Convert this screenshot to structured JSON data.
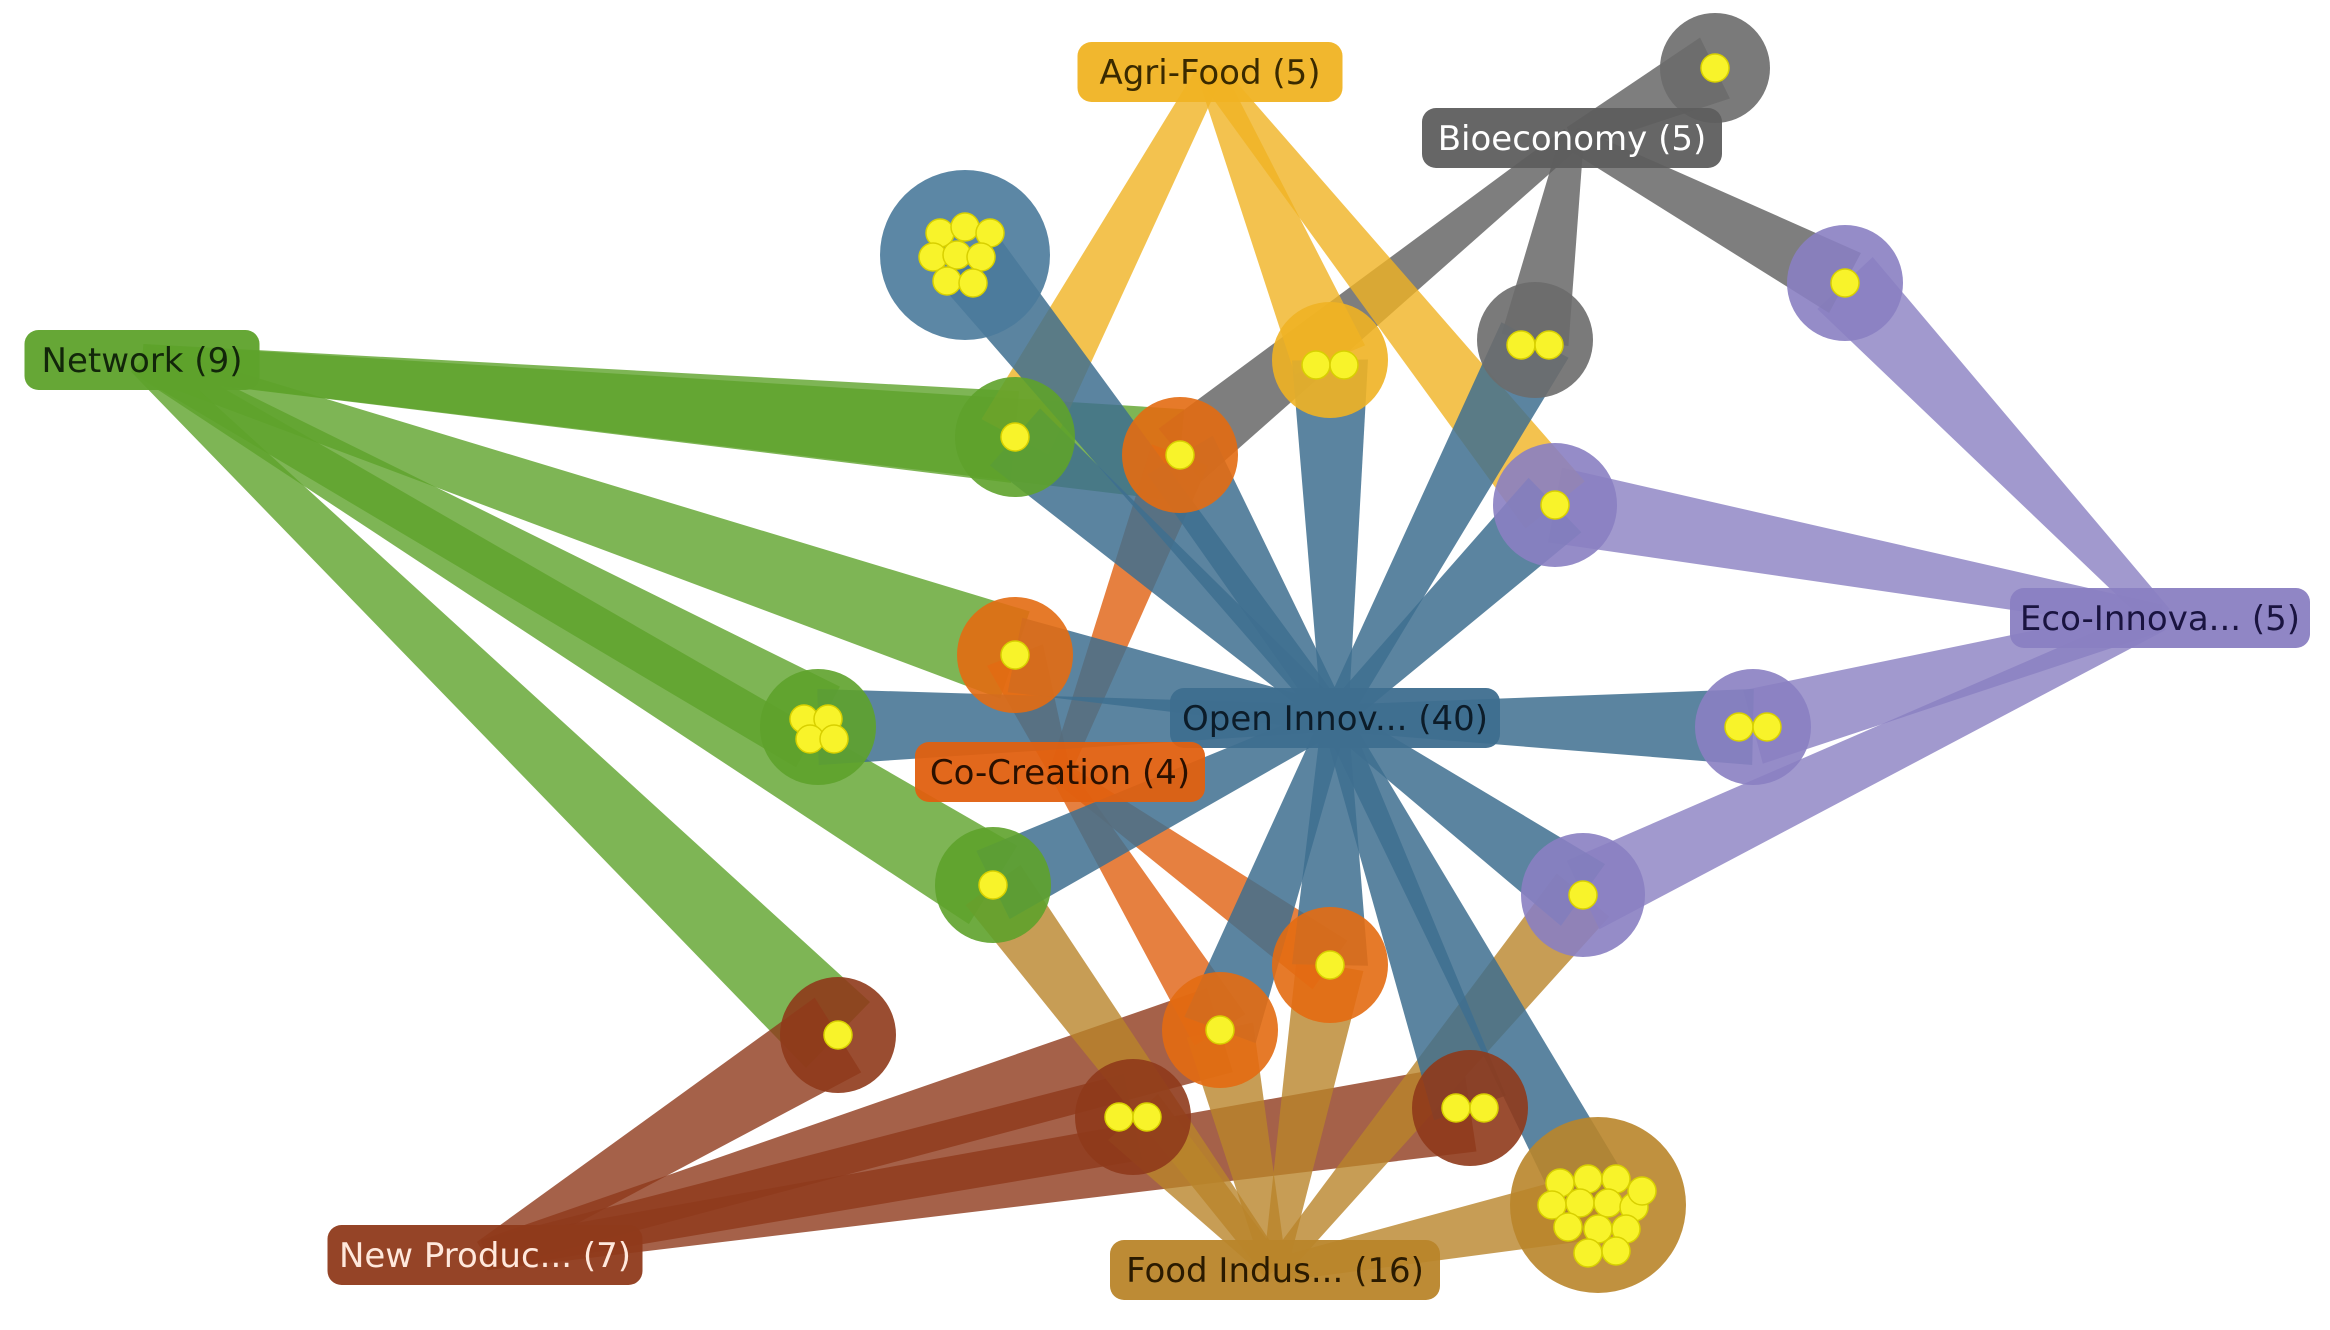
{
  "colors": {
    "open_innovation": "#4a7a9b",
    "agri_food": "#f0b323",
    "bioeconomy": "#6b6b6b",
    "network": "#5ea22b",
    "eco_innovation": "#8a7fc2",
    "co_creation": "#e36b12",
    "food_industry": "#b9852a",
    "new_products": "#8f3a1b",
    "item": "#f8f32a"
  },
  "sets": [
    {
      "id": "agri_food",
      "label": "Agri-Food (5)",
      "color": "#f0b323",
      "text_color": "#3a2a00"
    },
    {
      "id": "bioeconomy",
      "label": "Bioeconomy (5)",
      "color": "#5e5e5e",
      "text_color": "#ffffff"
    },
    {
      "id": "network",
      "label": "Network (9)",
      "color": "#5ea22b",
      "text_color": "#12260a"
    },
    {
      "id": "eco_innovation",
      "label": "Eco-Innova... (5)",
      "color": "#8a7fc2",
      "text_color": "#1a1440"
    },
    {
      "id": "open_innovation",
      "label": "Open Innov... (40)",
      "color": "#3e6e8f",
      "text_color": "#0c1c29"
    },
    {
      "id": "co_creation",
      "label": "Co-Creation (4)",
      "color": "#e06010",
      "text_color": "#2a1000"
    },
    {
      "id": "food_industry",
      "label": "Food Indus... (16)",
      "color": "#b9852a",
      "text_color": "#2a1a00"
    },
    {
      "id": "new_products",
      "label": "New Produc... (7)",
      "color": "#8f3a1b",
      "text_color": "#ffe8dc"
    }
  ]
}
